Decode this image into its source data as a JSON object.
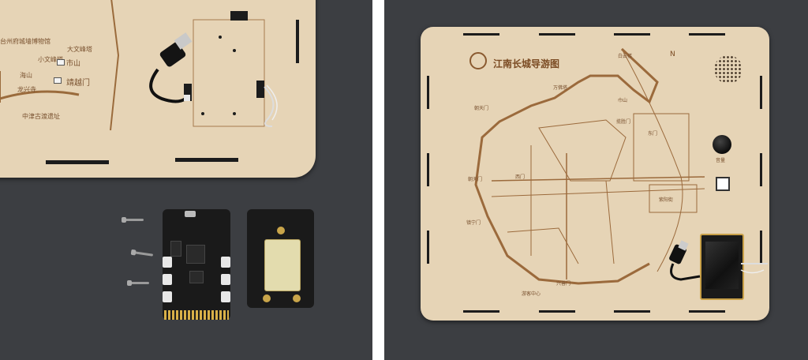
{
  "left": {
    "labels": {
      "museum": "台州府城墙博物馆",
      "dawen": "大文峰塔",
      "xiaowen": "小文峰塔",
      "shishan": "市山",
      "haishan": "海山",
      "jingyue": "靖越门",
      "longxing": "龙兴寺",
      "zhongjin": "中津古渡遗址"
    }
  },
  "right": {
    "title": "江南长城导游图",
    "compass": "N",
    "knob_label": "音量",
    "map_labels": {
      "baiyunlou": "白云楼",
      "zhaoyuanmen": "朝天门",
      "wanfomen": "万佛塔",
      "dongmen": "东门",
      "xiangshan": "巾山",
      "guangming": "揽胜门",
      "chaotian": "朝天门",
      "ximen": "西门",
      "zhennan": "镇宁门",
      "xingshan": "兴善门",
      "youchuan": "游客中心",
      "ziyang": "紫阳街"
    }
  }
}
